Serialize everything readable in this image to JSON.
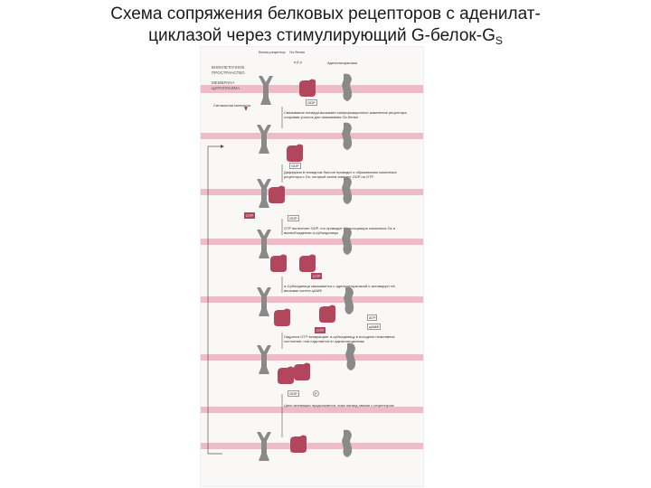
{
  "title": {
    "line1": "Схема  сопряжения белковых рецепторов с аденилат-",
    "line2_main": "циклазой через стимулирующий G-белок-G",
    "line2_sub": "S"
  },
  "figure": {
    "header_labels": {
      "receptor": "Белок-рецептор",
      "g_protein": "G",
      "g_protein_sub": "s",
      "g_protein_word": "белок",
      "subunits": "α  β  γ",
      "cyclase": "Аденилатциклаза"
    },
    "region_labels": [
      "ВНЕКЛЕТОЧНОЕ",
      "ПРОСТРАНСТВО",
      "МЕМБРАНА",
      "ЦИТОПЛАЗМА"
    ],
    "signal_label": "Сигнальная молекула",
    "nucleotides": {
      "gdp": "GDP",
      "gtp": "GTP",
      "atp": "ATP",
      "camp": "цАМФ",
      "pi": "P"
    },
    "steps": [
      "Связывание лиганда вызывает конформационное изменение рецептора, открывая участок для связывания Gs-белка",
      "Диффузия в липидном бислое приводит к образованию комплекса рецептора с Gs, который затем сменяет GDP на GTP",
      "GTP вытесняет GDP, что приводит к диссоциации комплекса Gs и высвобождению α-субъединицы",
      "α-Субъединица связывается с аденилатциклазой и активирует её, вызывая синтез цАМФ",
      "Гидролиз GTP возвращает α-субъединицу в исходное неактивное состояние; она отделяется от аденилатциклазы",
      "Цикл активации продолжается, пока лиганд связан с рецептором"
    ]
  }
}
